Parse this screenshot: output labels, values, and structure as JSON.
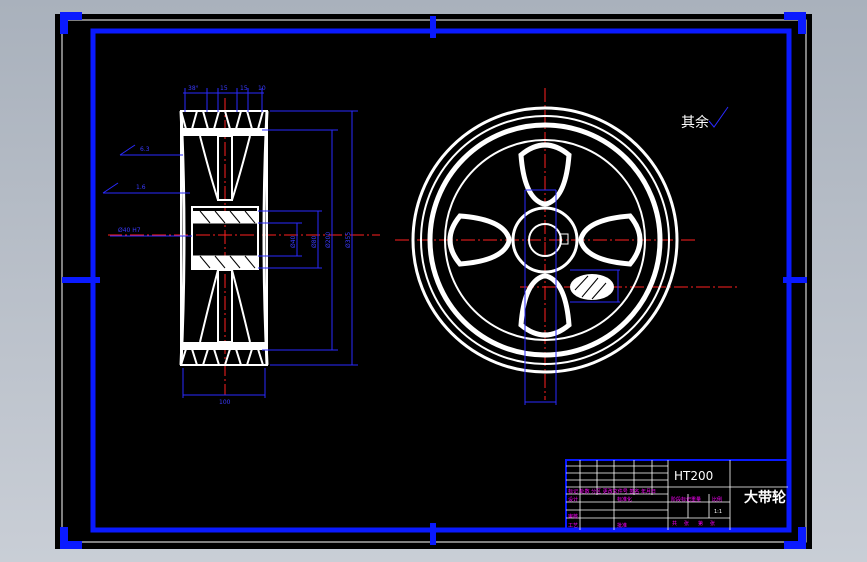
{
  "drawing": {
    "material": "HT200",
    "part_name": "大带轮",
    "surface_note": "其余",
    "scale": "1:1"
  },
  "title_block": {
    "magenta_rows": [
      "标记 处数 分区 更改文件号 签名 年月日",
      "设计",
      "审核",
      "工艺"
    ],
    "stage_row": [
      "阶段标记",
      "重量",
      "比例"
    ],
    "page_row": [
      "共",
      "张",
      "第",
      "张"
    ],
    "standard": "标准化",
    "approve": "批准"
  },
  "dimensions": {
    "groove_angle": "38°",
    "pitch_top": [
      "15",
      "15",
      "10"
    ],
    "roughness_1": "6.3",
    "roughness_2": "1.6",
    "fit": "Ø40 H7",
    "bore_dims": [
      "Ø40",
      "Ø80",
      "Ø200",
      "Ø355"
    ],
    "width": "100"
  },
  "colors": {
    "background": "#000000",
    "frame": "#0a1aff",
    "drawing": "#ffffff",
    "centerline": "#ff0000",
    "dimension": "#1a1aff",
    "annotation": "#ff00ff"
  }
}
